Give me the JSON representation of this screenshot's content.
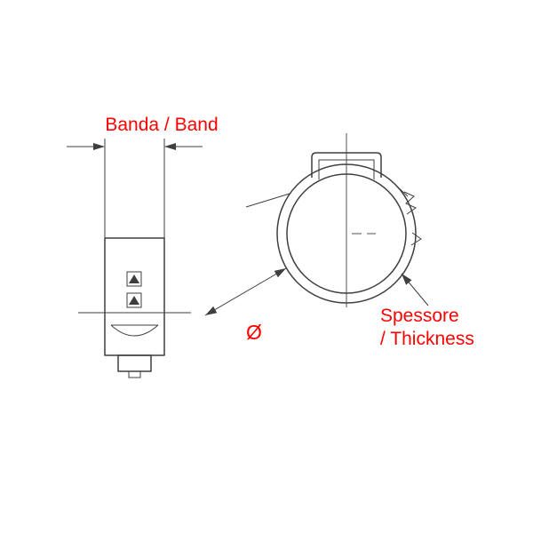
{
  "meta": {
    "background": "#ffffff",
    "line_color": "#3f3f3f",
    "label_color": "#ff0000"
  },
  "labels": {
    "band": "Banda / Band",
    "diameter_symbol": "Ø",
    "thickness_line1": "Spessore",
    "thickness_line2": "/ Thickness"
  }
}
